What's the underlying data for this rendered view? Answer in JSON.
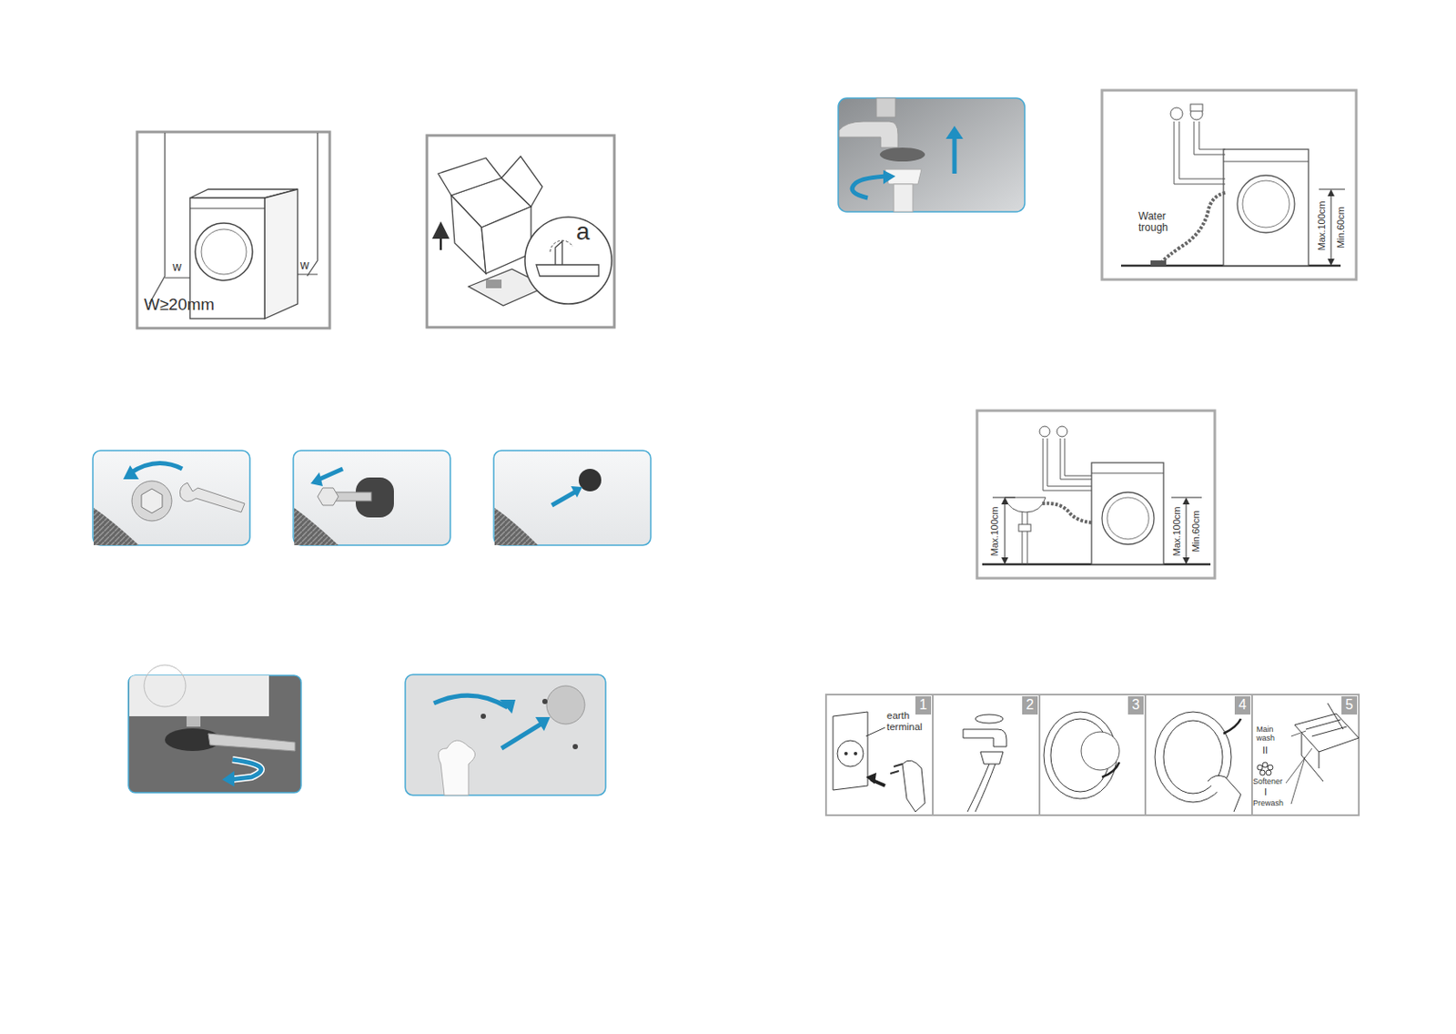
{
  "diagram": {
    "labels": [
      "W≥20mm",
      "w",
      "w",
      "a",
      "Water trough",
      "Max.100cm",
      "Min.60cm",
      "Max.100cm",
      "Max.100cm",
      "Min.60cm",
      "earth terminal",
      "1",
      "2",
      "3",
      "4",
      "5",
      "Main wash",
      "II",
      "Softener",
      "I",
      "Prewash"
    ]
  }
}
